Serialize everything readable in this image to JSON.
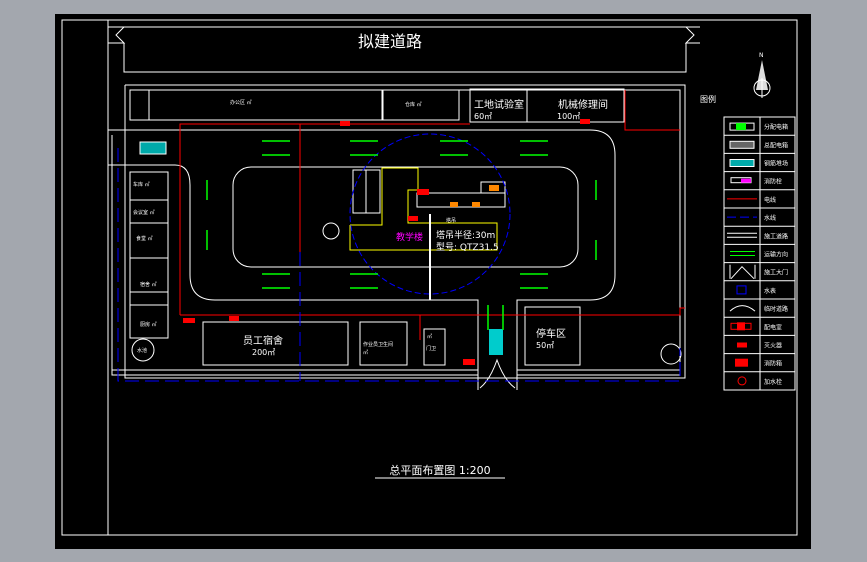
{
  "road_label": "拟建道路",
  "drawing_title": "总平面布置图 1:200",
  "legend_title": "图例",
  "north_label": "N",
  "buildings": {
    "top_long": "办公区 ㎡",
    "top_small": "仓库 ㎡",
    "lab": {
      "name": "工地试验室",
      "area": "60㎡"
    },
    "repair": {
      "name": "机械修理间",
      "area": "100㎡"
    },
    "dorm": {
      "name": "员工宿舍",
      "area": "200㎡"
    },
    "toilet_block": {
      "name": "作业员卫生间",
      "area": "㎡"
    },
    "guard": {
      "name": "门卫",
      "area": "㎡"
    },
    "parking": {
      "name": "停车区",
      "area": "50㎡"
    },
    "left_rooms": [
      "车库 ㎡",
      "会议室 ㎡",
      "食堂 ㎡",
      "宿舍 ㎡",
      "厨房 ㎡"
    ],
    "teaching": "教学楼",
    "crane_radius": "塔吊半径:30m",
    "crane_model": "型号: QTZ31.5",
    "crane_tag": "塔吊",
    "well": "水池"
  },
  "legend": [
    {
      "label": "分配电箱",
      "icon": "green-box-icon"
    },
    {
      "label": "总配电箱",
      "icon": "grey-box-icon"
    },
    {
      "label": "钢筋堆场",
      "icon": "hatch-box-icon"
    },
    {
      "label": "消防栓",
      "icon": "magenta-box-icon"
    },
    {
      "label": "电线",
      "icon": "red-line-icon"
    },
    {
      "label": "水线",
      "icon": "blue-line-icon"
    },
    {
      "label": "施工道路",
      "icon": "double-line-icon"
    },
    {
      "label": "运输方向",
      "icon": "green-arrow-icon"
    },
    {
      "label": "施工大门",
      "icon": "gate-icon"
    },
    {
      "label": "水表",
      "icon": "water-meter-icon"
    },
    {
      "label": "临时道路",
      "icon": "arc-icon"
    },
    {
      "label": "配电室",
      "icon": "red-box-icon"
    },
    {
      "label": "灭火器",
      "icon": "extinguisher-icon"
    },
    {
      "label": "消防箱",
      "icon": "fire-box-icon"
    },
    {
      "label": "加水栓",
      "icon": "hydrant-icon"
    }
  ],
  "colors": {
    "background": "#000000",
    "lines": "#ffffff",
    "power": "#ff0000",
    "water": "#0000ff",
    "arrows": "#00ff00",
    "crane": "#ffff00",
    "label": "#ff00ff"
  }
}
